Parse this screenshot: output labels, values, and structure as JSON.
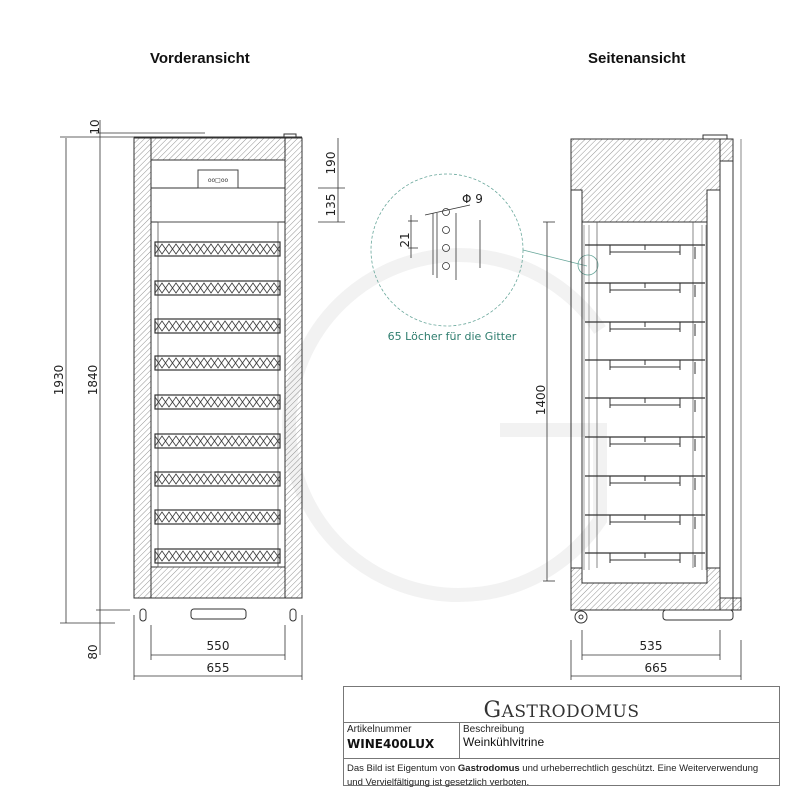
{
  "views": {
    "front": {
      "title": "Vorderansicht",
      "dimensions": {
        "top_gap": "10",
        "total_height": "1930",
        "body_height": "1840",
        "foot_height": "80",
        "control_panel_height": "190",
        "panel_gap": "135",
        "inner_width": "550",
        "total_width": "655"
      },
      "shelf_count": 9
    },
    "side": {
      "title": "Seitenansicht",
      "dimensions": {
        "rack_height": "1400",
        "inner_depth": "535",
        "total_depth": "665"
      },
      "shelf_count": 9
    }
  },
  "detail": {
    "hole_diameter": "Φ 9",
    "hole_pitch": "21",
    "caption": "65 Löcher für die Gitter"
  },
  "title_block": {
    "brand_cap": "G",
    "brand_rest": "ASTRODOMUS",
    "article_label": "Artikelnummer",
    "article_number": "WINE400LUX",
    "description_label": "Beschreibung",
    "description": "Weinkühlvitrine",
    "copyright_pre": "Das Bild ist Eigentum von ",
    "copyright_brand": "Gastrodomus",
    "copyright_post": " und urheberrechtlich geschützt. Eine Weiterverwendung und Vervielfältigung ist gesetzlich verboten."
  },
  "colors": {
    "line": "#333333",
    "hatch": "#555555",
    "callout": "#2e7d6e"
  }
}
